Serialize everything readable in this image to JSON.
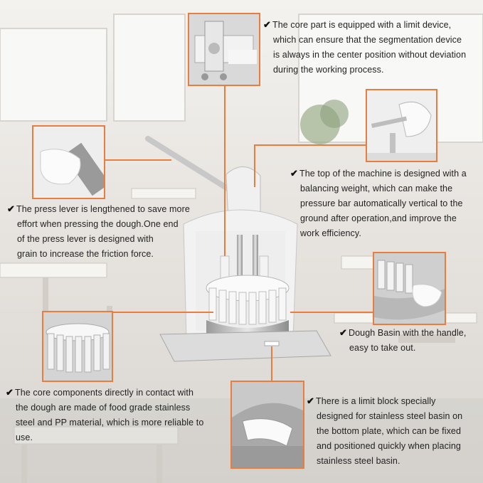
{
  "callouts": {
    "limit_device": {
      "icon": "checkmark-icon",
      "lines": [
        "The core part is equipped with a limit device,",
        "which can ensure that the segmentation device",
        "is always in the center position without deviation",
        "during the working process."
      ]
    },
    "balancing_weight": {
      "icon": "checkmark-icon",
      "lines": [
        "The top of the machine is designed with a",
        "balancing weight, which can make the",
        "pressure bar automatically vertical to the",
        "ground after operation,and improve the",
        "work efficiency."
      ]
    },
    "press_lever": {
      "icon": "checkmark-icon",
      "lines": [
        "The press lever is lengthened to save more",
        "effort when pressing the dough.One end",
        "of the press lever is designed with",
        "grain to increase the friction force."
      ]
    },
    "dough_basin": {
      "icon": "checkmark-icon",
      "lines": [
        "Dough Basin with the handle,",
        "easy to take out."
      ]
    },
    "core_components": {
      "icon": "checkmark-icon",
      "lines": [
        "The core components directly in contact with",
        "the dough are made of food grade stainless",
        "steel and PP material, which is more reliable to",
        "use."
      ]
    },
    "limit_block": {
      "icon": "checkmark-icon",
      "lines": [
        "There is a limit block specially",
        "designed for stainless steel basin on",
        "the bottom plate, which can be fixed",
        "and positioned quickly when placing",
        "stainless steel basin."
      ]
    }
  },
  "colors": {
    "accent_orange": "#e87d3e",
    "text": "#222222"
  }
}
